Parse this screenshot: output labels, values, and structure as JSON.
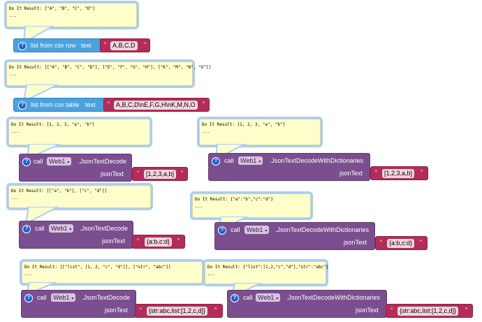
{
  "comments": [
    {
      "lines": [
        "Do It Result: [\"A\", \"B\", \"C\", \"D\"]",
        "---"
      ]
    },
    {
      "lines": [
        "Do It Result: [[\"A\", \"B\", \"C\", \"D\"], [\"E\", \"F\", \"G\", \"H\"], [\"K\", \"M\", \"N\", \"O\"]]",
        "---"
      ]
    },
    {
      "lines": [
        "Do It Result: [1, 2, 3, \"a\", \"b\"]",
        "---"
      ]
    },
    {
      "lines": [
        "Do It Result: [1, 2, 3, \"a\", \"b\"]",
        "---"
      ]
    },
    {
      "lines": [
        "Do It Result: [[\"a\", \"b\"], [\"c\", \"d\"]]",
        "---"
      ]
    },
    {
      "lines": [
        "Do It Result: {\"a\":\"b\",\"c\":\"d\"}",
        "---"
      ]
    },
    {
      "lines": [
        "Do It Result: [[\"list\", [1, 2, \"c\", \"d\"]], [\"str\", \"abc\"]]",
        "---"
      ]
    },
    {
      "lines": [
        "Do It Result: {\"list\":[1,2,\"c\",\"d\"],\"str\":\"abc\"}",
        "---"
      ]
    }
  ],
  "csv_blocks": [
    {
      "label": "list from csv row",
      "param": "text",
      "value": "A,B,C,D"
    },
    {
      "label": "list from csv table",
      "param": "text",
      "value": "A,B,C,D\\nE,F,G,H\\nK,M,N,O"
    }
  ],
  "call_blocks": [
    {
      "call": "call",
      "component": "Web1",
      "method": ".JsonTextDecode",
      "param": "jsonText",
      "value": "[1,2,3,a,b]"
    },
    {
      "call": "call",
      "component": "Web1",
      "method": ".JsonTextDecodeWithDictionaries",
      "param": "jsonText",
      "value": "[1,2,3,a,b]"
    },
    {
      "call": "call",
      "component": "Web1",
      "method": ".JsonTextDecode",
      "param": "jsonText",
      "value": "{a:b,c:d}"
    },
    {
      "call": "call",
      "component": "Web1",
      "method": ".JsonTextDecodeWithDictionaries",
      "param": "jsonText",
      "value": "{a:b,c:d}"
    },
    {
      "call": "call",
      "component": "Web1",
      "method": ".JsonTextDecode",
      "param": "jsonText",
      "value": "{str:abc,list:[1,2,c,d]}"
    },
    {
      "call": "call",
      "component": "Web1",
      "method": ".JsonTextDecodeWithDictionaries",
      "param": "jsonText",
      "value": "{str:abc,list:[1,2,c,d]}"
    }
  ],
  "symbols": {
    "help": "?",
    "open_quote": "“",
    "close_quote": "”",
    "caret": "▾"
  },
  "colors": {
    "comment_bg": "#ffffcc",
    "comment_border": "#a9cdfa",
    "list_block": "#4aa3df",
    "call_block": "#7b4f8f",
    "text_block": "#b42c5a"
  }
}
